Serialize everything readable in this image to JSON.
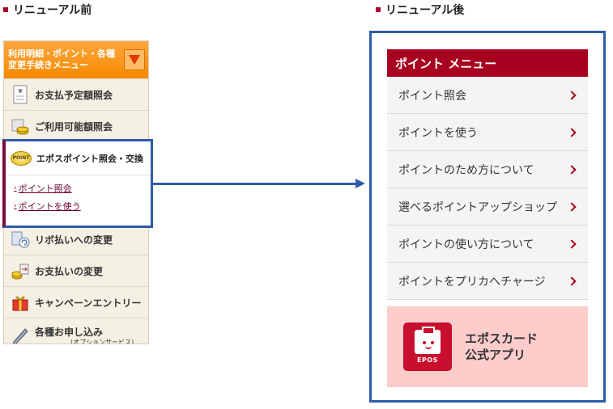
{
  "headings": {
    "before": "リニューアル前",
    "after": "リニューアル後"
  },
  "old_menu": {
    "header": "利用明細・ポイント・各種\n変更手続きメニュー",
    "items": [
      {
        "label": "お支払予定額照会",
        "icon": "statement-icon"
      },
      {
        "label": "ご利用可能額照会",
        "icon": "coins-icon"
      },
      {
        "label": "リボ払いへの変更",
        "icon": "revolving-icon"
      },
      {
        "label": "お支払いの変更",
        "icon": "payment-change-icon"
      },
      {
        "label": "キャンペーンエントリー",
        "icon": "gift-icon"
      },
      {
        "label": "各種お申し込み",
        "sub": "(オプションサービス)",
        "icon": "pen-icon"
      }
    ],
    "popup": {
      "title": "エポスポイント照会・交換",
      "coin_text": "POINT",
      "links": [
        "ポイント照会",
        "ポイントを使う"
      ]
    }
  },
  "new_menu": {
    "header": "ポイント メニュー",
    "items": [
      "ポイント照会",
      "ポイントを使う",
      "ポイントのため方について",
      "選べるポイントアップショップ",
      "ポイントの使い方について",
      "ポイントをプリカへチャージ"
    ],
    "app_banner": {
      "icon_label": "EPOS",
      "line1": "エポスカード",
      "line2": "公式アプリ"
    }
  },
  "colors": {
    "accent_red": "#a8001f",
    "frame_blue": "#2f5ba8",
    "old_orange": "#f58a00",
    "banner_pink": "#ffcccc"
  }
}
